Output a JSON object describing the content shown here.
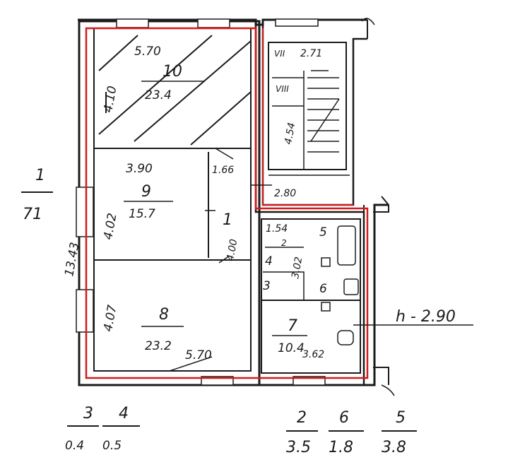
{
  "colors": {
    "ink": "#1b1b1b",
    "perimeter": "#d41a1a",
    "paper": "#ffffff"
  },
  "rooms": {
    "r10": {
      "number": "10",
      "area": "23.4",
      "dims": [
        "5.70",
        "4.10"
      ]
    },
    "r9": {
      "number": "9",
      "area": "15.7",
      "dims": [
        "3.90",
        "4.02"
      ]
    },
    "r8": {
      "number": "8",
      "area": "23.2",
      "dims": [
        "5.70",
        "4.07"
      ]
    },
    "r1": {
      "number": "1",
      "dims": [
        "1.66",
        "4.00"
      ]
    },
    "r7": {
      "number": "7",
      "area": "10.4",
      "dims": [
        "3.62"
      ]
    },
    "r2": {
      "number": "2",
      "dims": [
        "1.54",
        "3.02"
      ]
    },
    "r3": {
      "number": "3"
    },
    "r4": {
      "number": "4"
    },
    "r5": {
      "number": "5"
    },
    "r6": {
      "number": "6"
    },
    "stair": {
      "marks": [
        "VII",
        "VIII"
      ],
      "dims": [
        "2.71",
        "4.54",
        "2.80"
      ]
    }
  },
  "overall": {
    "height": "13.43",
    "total": {
      "top": "1",
      "bottom": "71"
    }
  },
  "ceiling_height": "h - 2.90",
  "fractions": [
    {
      "top": "3",
      "bottom": "0.4"
    },
    {
      "top": "4",
      "bottom": "0.5"
    },
    {
      "top": "2",
      "bottom": "3.5"
    },
    {
      "top": "6",
      "bottom": "1.8"
    },
    {
      "top": "5",
      "bottom": "3.8"
    }
  ]
}
